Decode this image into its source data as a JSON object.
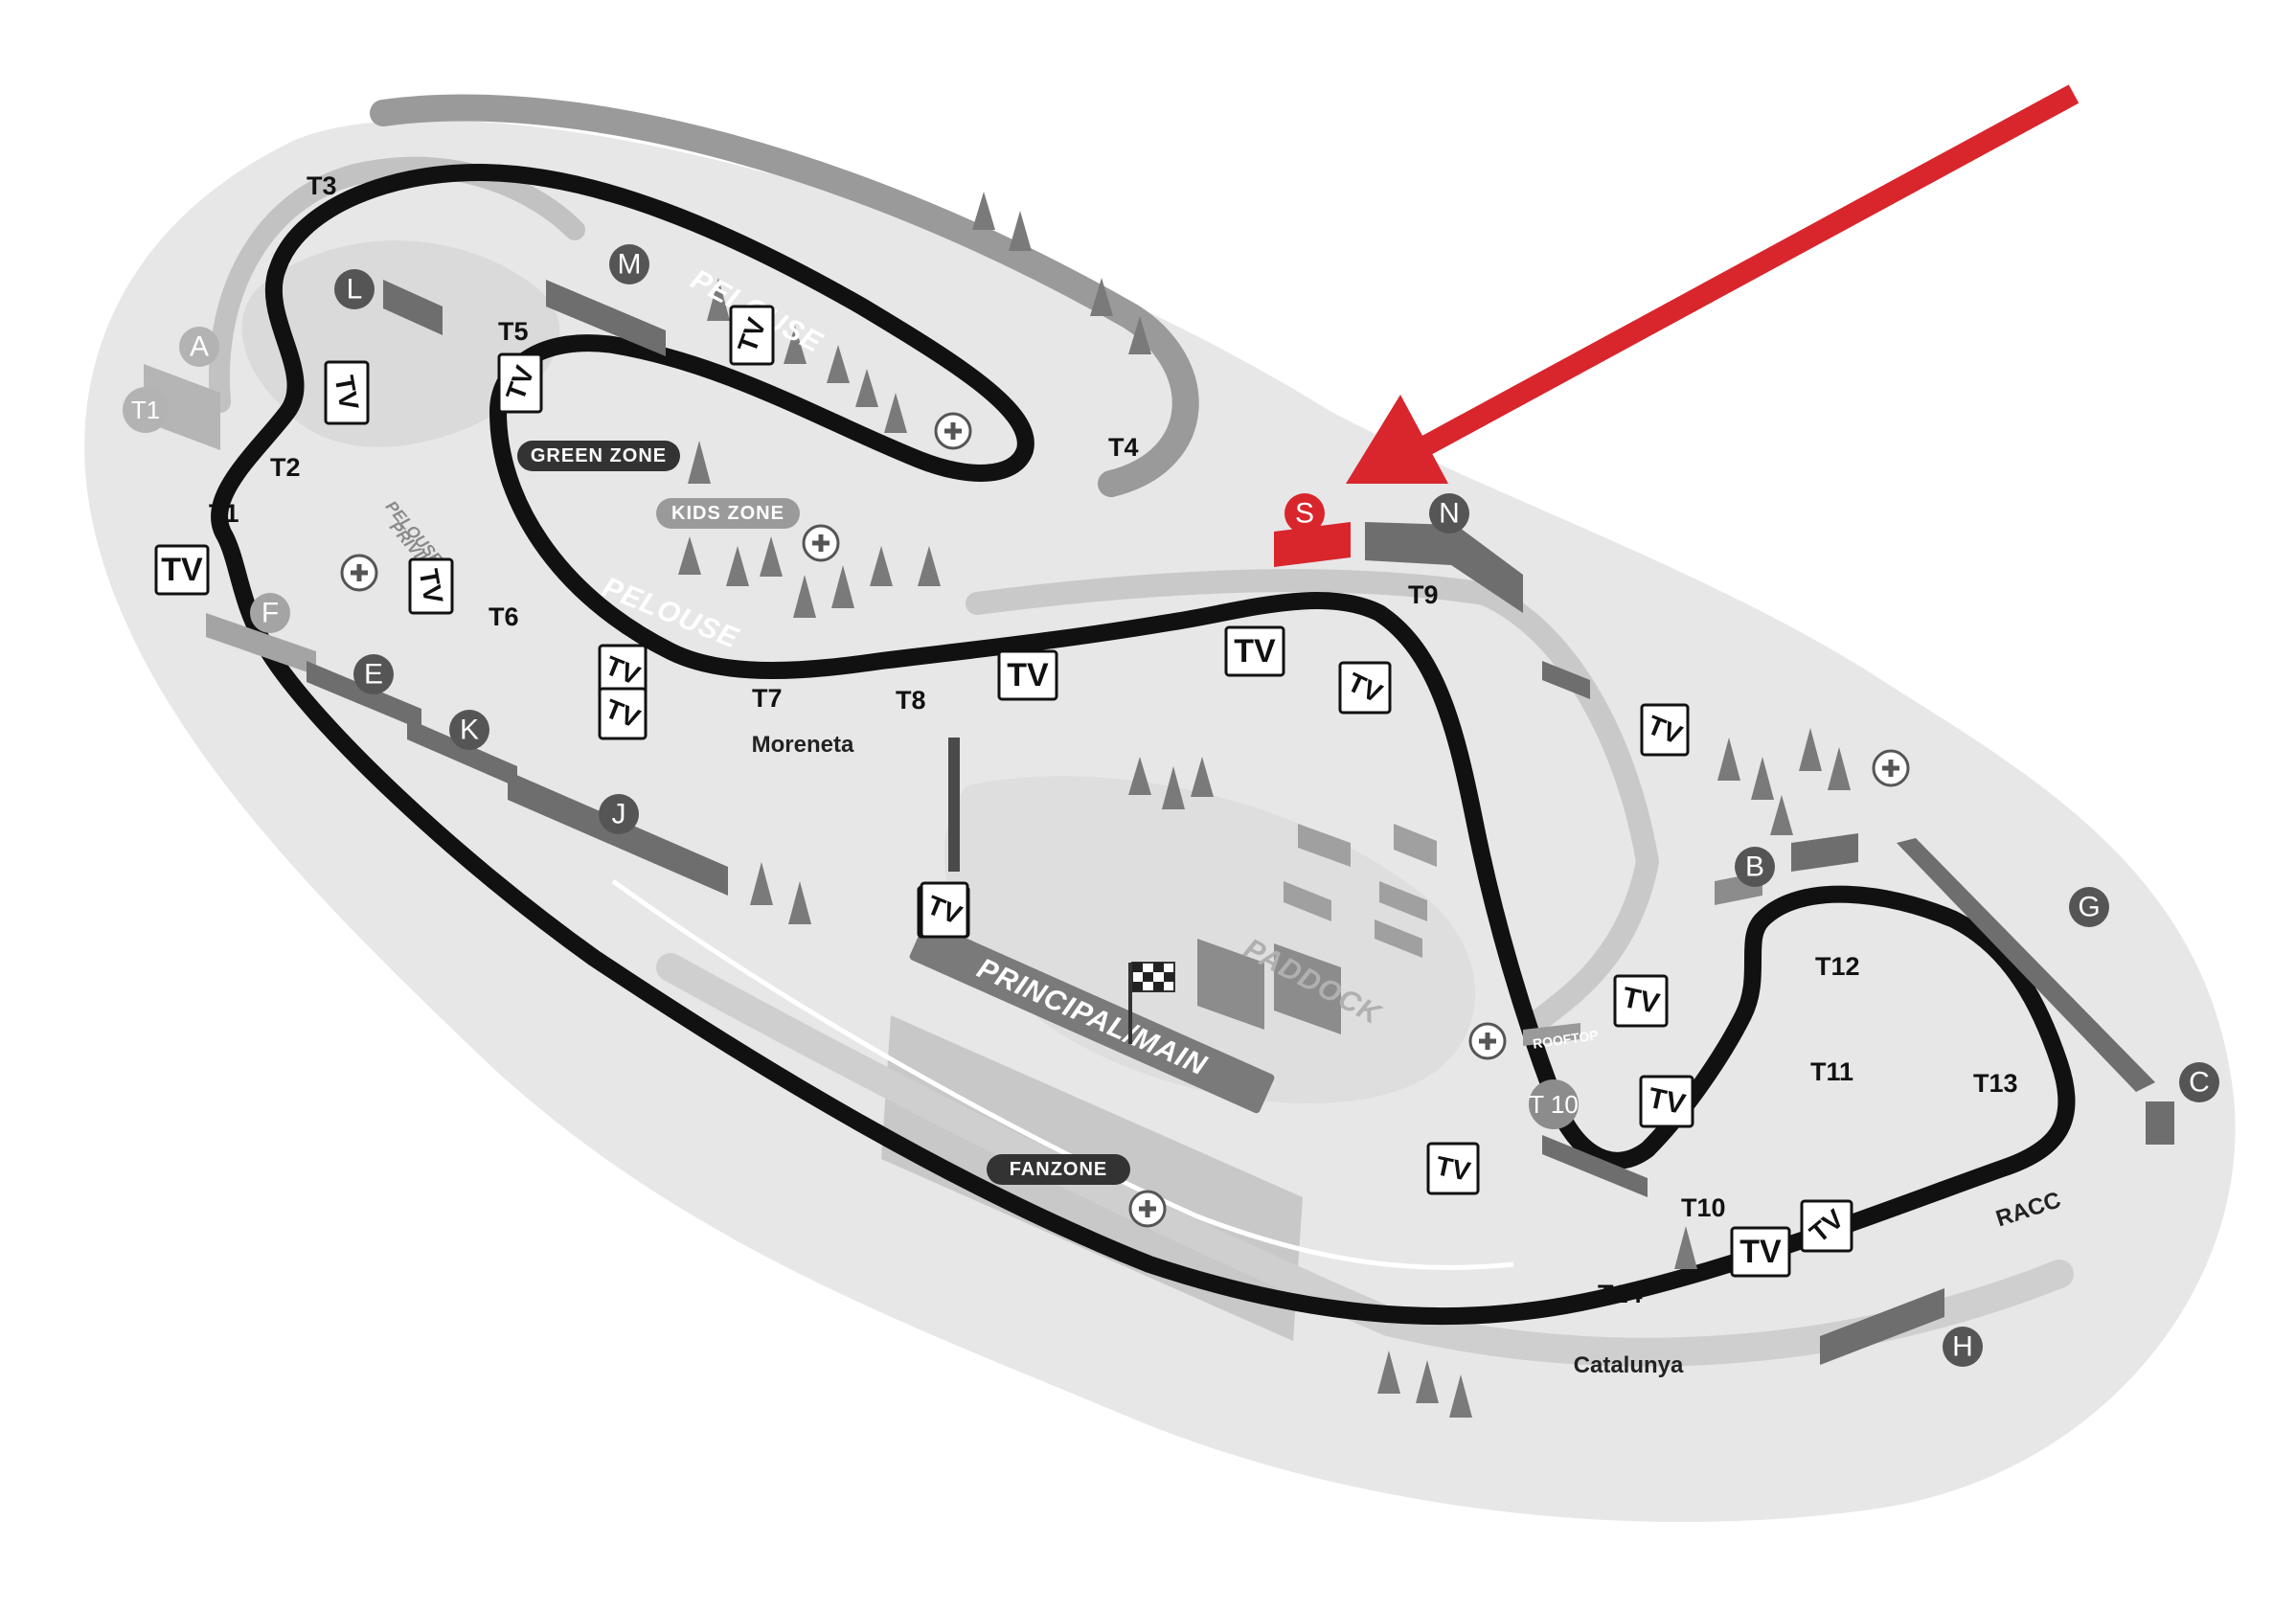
{
  "colors": {
    "track": "#111111",
    "runoff": "#bdbdbd",
    "ground": "#e6e6e6",
    "ground_dark": "#d2d2d2",
    "building": "#6e6e6e",
    "stand": "#8c8c8c",
    "section_badge": "#5a5a5a",
    "highlight": "#d8262c",
    "arrow": "#d8262c"
  },
  "turns": {
    "t1": "T1",
    "t2": "T2",
    "t3": "T3",
    "t4": "T4",
    "t5": "T5",
    "t6": "T6",
    "t7": "T7",
    "t8": "T8",
    "t9": "T9",
    "t10": "T10",
    "t11": "T11",
    "t12": "T12",
    "t13": "T13",
    "t14": "T14"
  },
  "sections": {
    "a": "A",
    "b": "B",
    "c": "C",
    "e": "E",
    "f": "F",
    "g": "G",
    "h": "H",
    "j": "J",
    "k": "K",
    "l": "L",
    "m": "M",
    "n": "N",
    "t1_stand": "T1",
    "t10_stand": "T 10",
    "s": "S"
  },
  "zones": {
    "green_zone": "GREEN ZONE",
    "kids_zone": "KIDS ZONE",
    "fanzone": "FANZONE",
    "pelouse_top": "PELOUSE",
    "pelouse_mid": "PELOUSE",
    "pelouse_privilege_1": "PELOUSE",
    "pelouse_privilege_2": "PRIVILEGE",
    "paddock": "PADDOCK",
    "principal_main": "PRINCIPAL/MAIN",
    "rooftop": "ROOFTOP"
  },
  "places": {
    "moreneta": "Moreneta",
    "catalunya": "Catalunya",
    "racc": "RACC"
  },
  "tv_label": "TV",
  "icons": {
    "first_aid": "plus-circle-icon",
    "tree": "pine-tree-icon",
    "flag": "checkered-flag-icon",
    "arrow": "arrow-icon"
  }
}
